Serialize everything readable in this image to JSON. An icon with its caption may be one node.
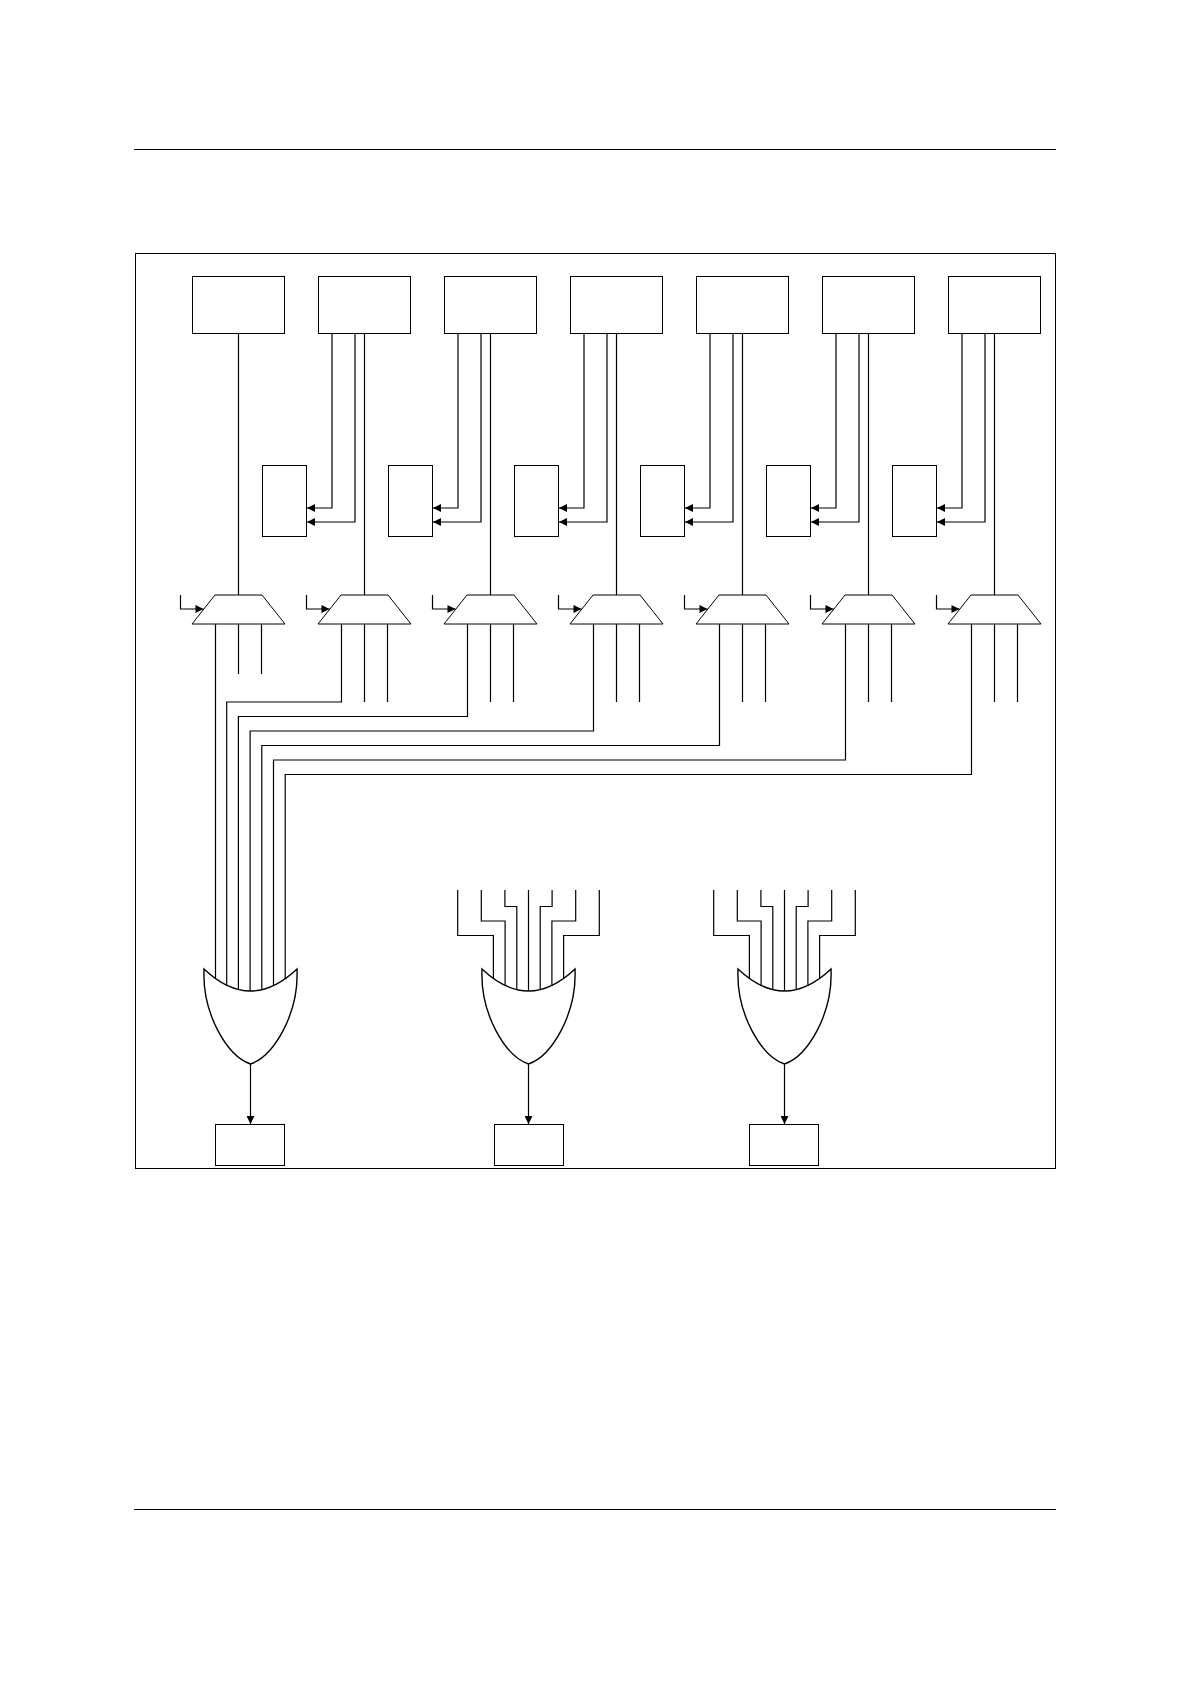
{
  "diagram": {
    "nodes": [
      {
        "text": [],
        "shape": "box"
      },
      {
        "text": [],
        "shape": "box"
      },
      {
        "text": [],
        "shape": "box"
      },
      {
        "text": [],
        "shape": "box"
      },
      {
        "text": [],
        "shape": "box"
      },
      {
        "text": [],
        "shape": "box"
      },
      {
        "text": [],
        "shape": "box"
      },
      {
        "text": [],
        "shape": "box"
      },
      {
        "text": [],
        "shape": "box"
      },
      {
        "text": [],
        "shape": "box"
      },
      {
        "text": [],
        "shape": "box"
      },
      {
        "text": [],
        "shape": "box"
      },
      {
        "text": [],
        "shape": "box"
      },
      {
        "text": [],
        "shape": "trapezoid"
      },
      {
        "text": [],
        "shape": "trapezoid"
      },
      {
        "text": [],
        "shape": "trapezoid"
      },
      {
        "text": [],
        "shape": "trapezoid"
      },
      {
        "text": [],
        "shape": "trapezoid"
      },
      {
        "text": [],
        "shape": "trapezoid"
      },
      {
        "text": [],
        "shape": "trapezoid"
      },
      {
        "text": [],
        "shape": "gate"
      },
      {
        "text": [],
        "shape": "gate"
      },
      {
        "text": [],
        "shape": "gate"
      },
      {
        "text": [],
        "shape": "box"
      },
      {
        "text": [],
        "shape": "box"
      },
      {
        "text": [],
        "shape": "box"
      }
    ],
    "edges": [
      {
        "from": 1,
        "to": 7,
        "arrow": "to"
      },
      {
        "from": 1,
        "to": 7,
        "arrow": "to"
      },
      {
        "from": 2,
        "to": 8,
        "arrow": "to"
      },
      {
        "from": 2,
        "to": 8,
        "arrow": "to"
      },
      {
        "from": 3,
        "to": 9,
        "arrow": "to"
      },
      {
        "from": 3,
        "to": 9,
        "arrow": "to"
      },
      {
        "from": 4,
        "to": 10,
        "arrow": "to"
      },
      {
        "from": 4,
        "to": 10,
        "arrow": "to"
      },
      {
        "from": 5,
        "to": 11,
        "arrow": "to"
      },
      {
        "from": 5,
        "to": 11,
        "arrow": "to"
      },
      {
        "from": 6,
        "to": 12,
        "arrow": "to"
      },
      {
        "from": 6,
        "to": 12,
        "arrow": "to"
      },
      {
        "from": 0,
        "to": 13,
        "arrow": "none"
      },
      {
        "from": 1,
        "to": 14,
        "arrow": "none"
      },
      {
        "from": 2,
        "to": 15,
        "arrow": "none"
      },
      {
        "from": 3,
        "to": 16,
        "arrow": "none"
      },
      {
        "from": 4,
        "to": 17,
        "arrow": "none"
      },
      {
        "from": 5,
        "to": 18,
        "arrow": "none"
      },
      {
        "from": 6,
        "to": 19,
        "arrow": "none"
      },
      {
        "from": null,
        "to": 13,
        "arrow": "to"
      },
      {
        "from": null,
        "to": 14,
        "arrow": "to"
      },
      {
        "from": null,
        "to": 15,
        "arrow": "to"
      },
      {
        "from": null,
        "to": 16,
        "arrow": "to"
      },
      {
        "from": null,
        "to": 17,
        "arrow": "to"
      },
      {
        "from": null,
        "to": 18,
        "arrow": "to"
      },
      {
        "from": null,
        "to": 19,
        "arrow": "to"
      },
      {
        "from": 13,
        "to": 20,
        "arrow": "none"
      },
      {
        "from": 14,
        "to": 20,
        "arrow": "none"
      },
      {
        "from": 15,
        "to": 20,
        "arrow": "none"
      },
      {
        "from": 16,
        "to": 20,
        "arrow": "none"
      },
      {
        "from": 17,
        "to": 20,
        "arrow": "none"
      },
      {
        "from": 18,
        "to": 20,
        "arrow": "none"
      },
      {
        "from": 19,
        "to": 20,
        "arrow": "none"
      },
      {
        "from": 13,
        "to": null,
        "arrow": "none"
      },
      {
        "from": 13,
        "to": null,
        "arrow": "none"
      },
      {
        "from": 14,
        "to": null,
        "arrow": "none"
      },
      {
        "from": 14,
        "to": null,
        "arrow": "none"
      },
      {
        "from": 15,
        "to": null,
        "arrow": "none"
      },
      {
        "from": 15,
        "to": null,
        "arrow": "none"
      },
      {
        "from": 16,
        "to": null,
        "arrow": "none"
      },
      {
        "from": 16,
        "to": null,
        "arrow": "none"
      },
      {
        "from": 17,
        "to": null,
        "arrow": "none"
      },
      {
        "from": 17,
        "to": null,
        "arrow": "none"
      },
      {
        "from": 18,
        "to": null,
        "arrow": "none"
      },
      {
        "from": 18,
        "to": null,
        "arrow": "none"
      },
      {
        "from": 19,
        "to": null,
        "arrow": "none"
      },
      {
        "from": 19,
        "to": null,
        "arrow": "none"
      },
      {
        "from": null,
        "to": 21,
        "arrow": "none"
      },
      {
        "from": null,
        "to": 21,
        "arrow": "none"
      },
      {
        "from": null,
        "to": 21,
        "arrow": "none"
      },
      {
        "from": null,
        "to": 21,
        "arrow": "none"
      },
      {
        "from": null,
        "to": 21,
        "arrow": "none"
      },
      {
        "from": null,
        "to": 21,
        "arrow": "none"
      },
      {
        "from": null,
        "to": 21,
        "arrow": "none"
      },
      {
        "from": null,
        "to": 22,
        "arrow": "none"
      },
      {
        "from": null,
        "to": 22,
        "arrow": "none"
      },
      {
        "from": null,
        "to": 22,
        "arrow": "none"
      },
      {
        "from": null,
        "to": 22,
        "arrow": "none"
      },
      {
        "from": null,
        "to": 22,
        "arrow": "none"
      },
      {
        "from": null,
        "to": 22,
        "arrow": "none"
      },
      {
        "from": null,
        "to": 22,
        "arrow": "none"
      },
      {
        "from": 20,
        "to": 23,
        "arrow": "to"
      },
      {
        "from": 21,
        "to": 24,
        "arrow": "to"
      },
      {
        "from": 22,
        "to": 25,
        "arrow": "to"
      }
    ]
  }
}
